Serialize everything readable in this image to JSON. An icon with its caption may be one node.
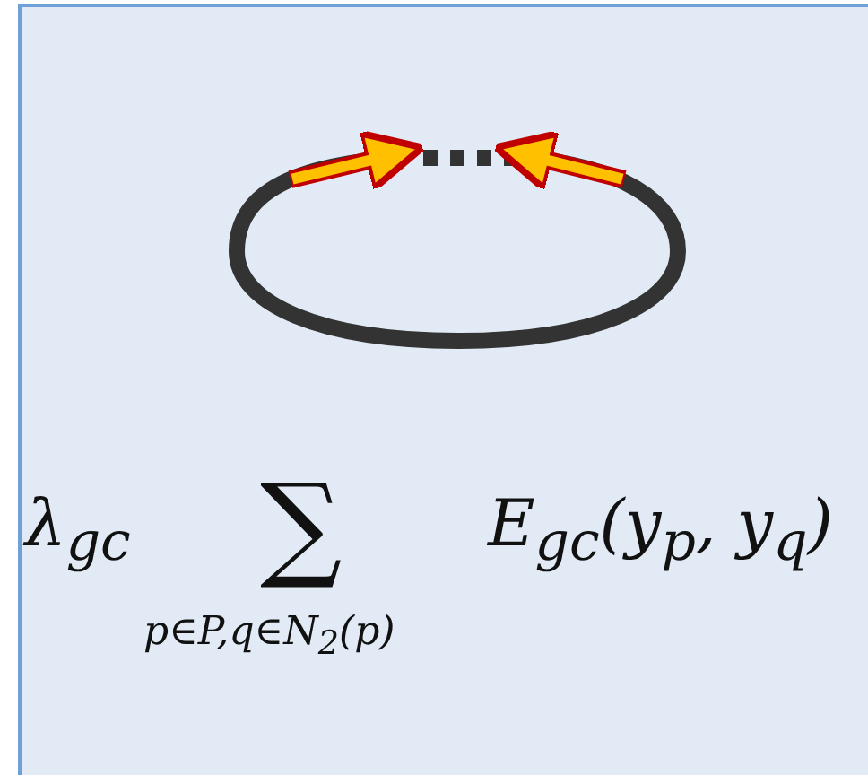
{
  "diagram": {
    "labels": [
      "λ$_{gc}$",
      "∑",
      "p∈P,q∈N$_{2}$(p)",
      "E$_{gc}$(y$_{p}$, y$_{q}$)"
    ]
  }
}
